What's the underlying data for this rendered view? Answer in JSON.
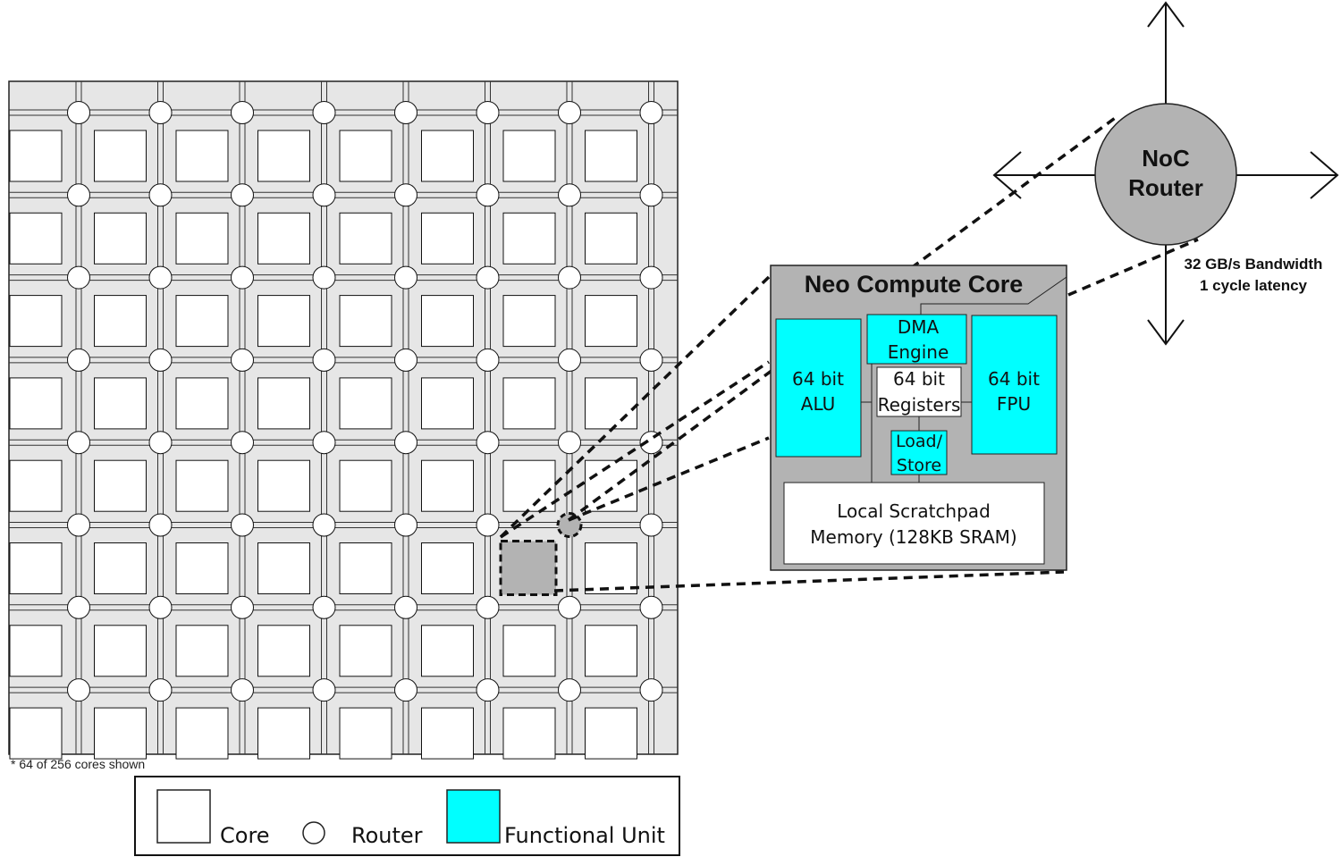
{
  "mesh": {
    "rows": 8,
    "cols": 8,
    "highlighted_core": {
      "row": 5,
      "col": 6
    },
    "highlighted_router": {
      "row": 5,
      "col": 6
    },
    "footnote": "* 64 of 256 cores shown"
  },
  "core_detail": {
    "title": "Neo Compute Core",
    "alu": {
      "line1": "64 bit",
      "line2": "ALU"
    },
    "dma": {
      "line1": "DMA",
      "line2": "Engine"
    },
    "registers": {
      "line1": "64 bit",
      "line2": "Registers"
    },
    "fpu": {
      "line1": "64 bit",
      "line2": "FPU"
    },
    "loadstore": {
      "line1": "Load/",
      "line2": "Store"
    },
    "scratchpad": {
      "line1": "Local Scratchpad",
      "line2": "Memory (128KB SRAM)"
    }
  },
  "router": {
    "label_line1": "NoC",
    "label_line2": "Router",
    "bandwidth": "32 GB/s Bandwidth",
    "latency": "1 cycle latency"
  },
  "legend": {
    "core": "Core",
    "router": "Router",
    "functional_unit": "Functional Unit"
  },
  "colors": {
    "functional_unit": "#00ffff",
    "mesh_background": "#e6e6e6",
    "core_detail_background": "#b3b3b3",
    "router_fill": "#b3b3b3",
    "highlight": "#b3b3b3"
  }
}
